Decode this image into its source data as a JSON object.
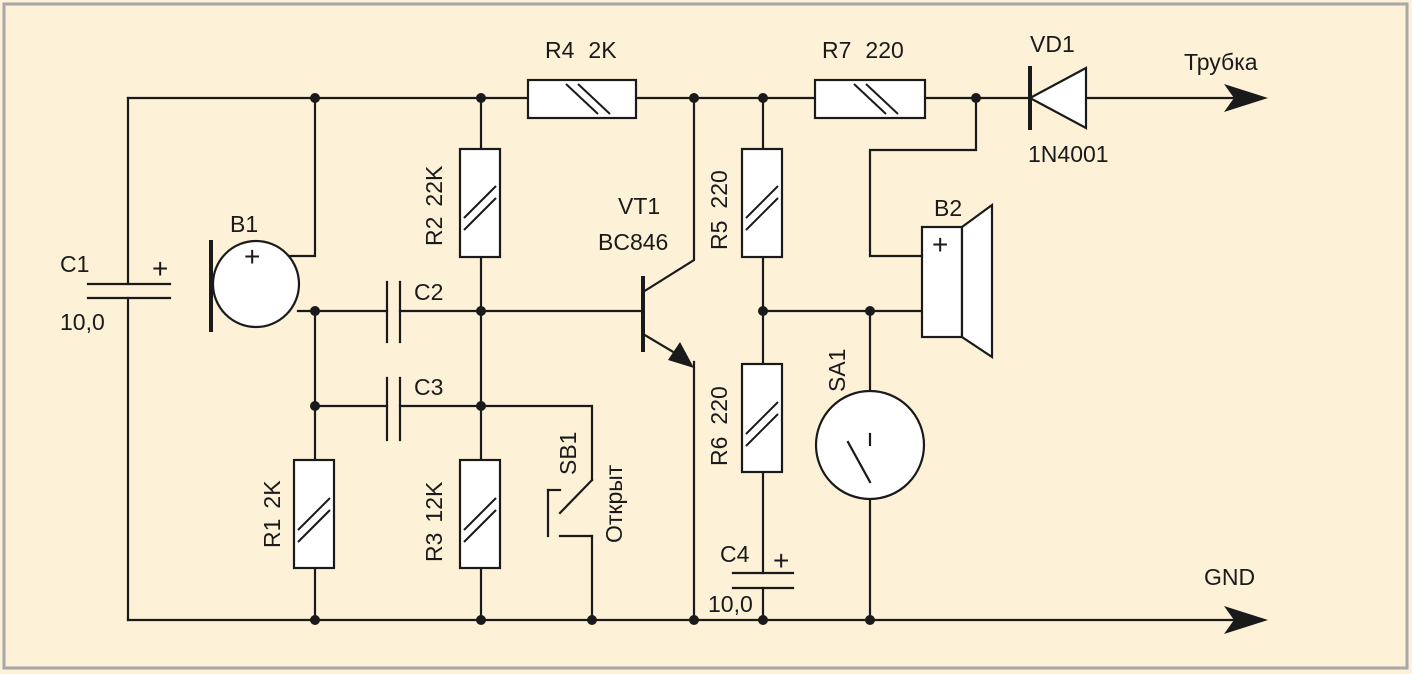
{
  "diagram": {
    "type": "circuit-schematic",
    "colors": {
      "background": "#fdf1d8",
      "frame": "#a8a8a8",
      "line": "#1a1a1a"
    },
    "components": {
      "c1": {
        "ref": "C1",
        "value": "10,0",
        "polarity": "+"
      },
      "b1": {
        "ref": "B1",
        "polarity": "+"
      },
      "c2": {
        "ref": "C2"
      },
      "c3": {
        "ref": "C3"
      },
      "r1": {
        "ref": "R1",
        "value": "2K"
      },
      "r2": {
        "ref": "R2",
        "value": "22K"
      },
      "r3": {
        "ref": "R3",
        "value": "12K"
      },
      "r4": {
        "ref": "R4",
        "value": "2K"
      },
      "r5": {
        "ref": "R5",
        "value": "220"
      },
      "r6": {
        "ref": "R6",
        "value": "220"
      },
      "r7": {
        "ref": "R7",
        "value": "220"
      },
      "vt1": {
        "ref": "VT1",
        "value": "BC846"
      },
      "vd1": {
        "ref": "VD1",
        "value": "1N4001"
      },
      "b2": {
        "ref": "B2",
        "polarity": "+"
      },
      "sa1": {
        "ref": "SA1"
      },
      "sb1": {
        "ref": "SB1",
        "value": "Открыт"
      },
      "c4": {
        "ref": "C4",
        "value": "10,0",
        "polarity": "+"
      }
    },
    "terminals": {
      "output": "Трубка",
      "ground": "GND"
    }
  }
}
